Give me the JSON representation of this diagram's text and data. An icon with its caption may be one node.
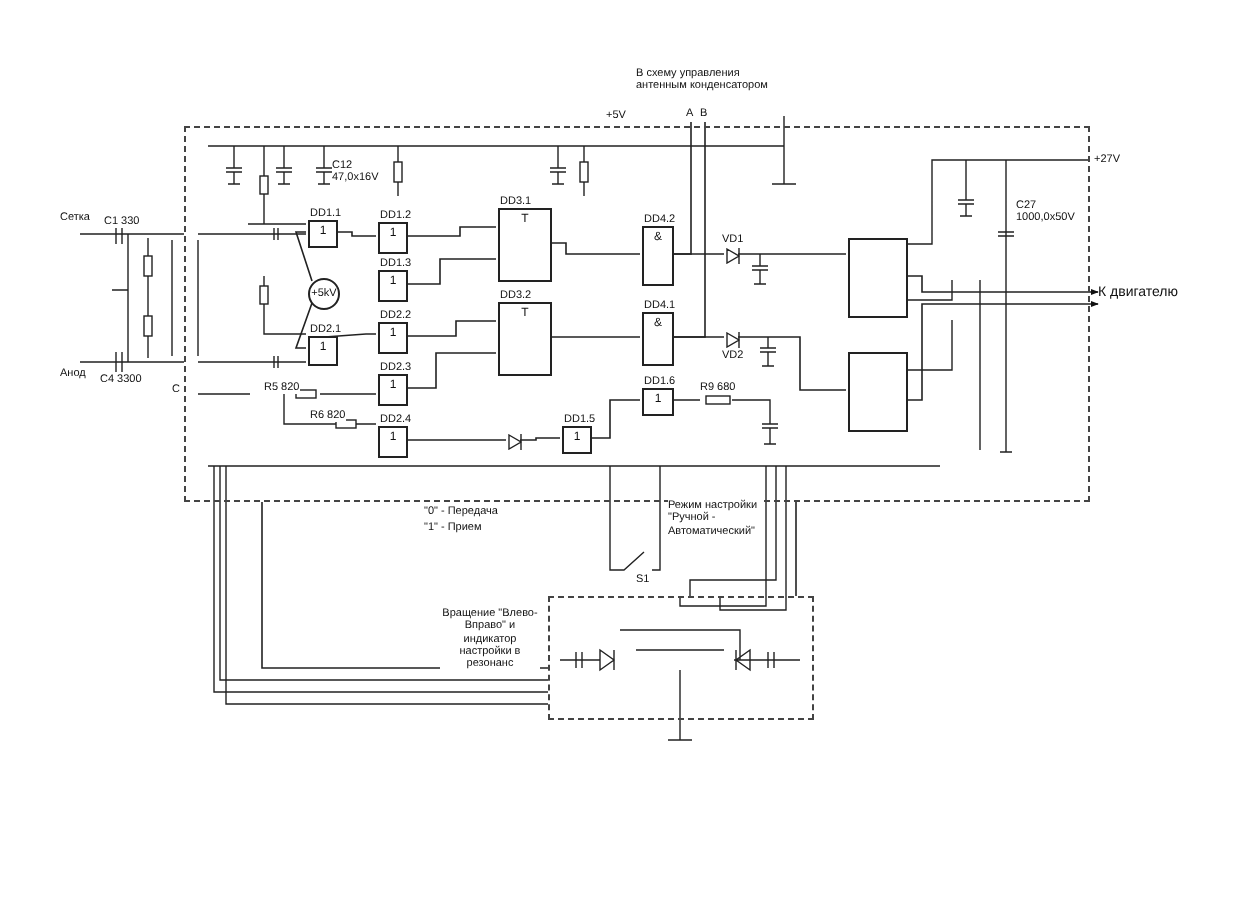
{
  "diagram": {
    "nodes": [
      {
        "text": [],
        "shape": "box"
      },
      {
        "text": [
          "+5kV"
        ],
        "in": 0
      },
      {
        "text": [
          "DD1.1",
          "1"
        ],
        "in": 0
      },
      {
        "text": [
          "DD1.2",
          "1"
        ],
        "in": 0
      },
      {
        "text": [
          "DD1.3",
          "1"
        ],
        "in": 0
      },
      {
        "text": [
          "DD2.1",
          "1"
        ],
        "in": 0
      },
      {
        "text": [
          "DD2.2",
          "1"
        ],
        "in": 0
      },
      {
        "text": [
          "DD2.3",
          "1"
        ],
        "in": 0
      },
      {
        "text": [
          "DD2.4",
          "1"
        ],
        "in": 0
      },
      {
        "text": [
          "DD3.1",
          "T"
        ],
        "in": 0
      },
      {
        "text": [
          "DD3.2",
          "T"
        ],
        "in": 0
      },
      {
        "text": [
          "DD1.5",
          "1"
        ],
        "in": 0
      },
      {
        "text": [
          "DD4.2",
          "&"
        ],
        "in": 0
      },
      {
        "text": [
          "DD4.1",
          "&"
        ],
        "in": 0
      },
      {
        "text": [
          "DD1.6",
          "1"
        ],
        "in": 0
      },
      {
        "text": [],
        "shape": "box",
        "in": 0
      },
      {
        "text": [],
        "shape": "box",
        "in": 0
      },
      {
        "text": [
          "К двигателю"
        ]
      },
      {
        "text": [],
        "shape": "box"
      },
      {
        "text": [
          "A"
        ]
      },
      {
        "text": [
          "B"
        ]
      },
      {
        "text": [],
        "shape": "diode",
        "in": 0
      },
      {
        "text": [],
        "shape": "diode",
        "in": 0,
        "beside": [
          "VD1"
        ]
      },
      {
        "text": [],
        "shape": "diode",
        "in": 0,
        "beside": [
          "VD2"
        ]
      }
    ],
    "edges": [
      {
        "from": 2,
        "to": 3,
        "arrow": "none"
      },
      {
        "from": 5,
        "to": 6,
        "arrow": "none"
      },
      {
        "from": 3,
        "to": 9,
        "arrow": "none"
      },
      {
        "from": 6,
        "to": 10,
        "arrow": "none"
      },
      {
        "from": 9,
        "to": 12,
        "arrow": "none"
      },
      {
        "from": 10,
        "to": 13,
        "arrow": "none"
      },
      {
        "from": 15,
        "to": 17,
        "arrow": "to"
      },
      {
        "from": 16,
        "to": 17,
        "arrow": "to"
      },
      {
        "from": 0,
        "to": 18,
        "arrow": "none"
      },
      {
        "from": 0,
        "to": 18,
        "arrow": "none"
      },
      {
        "from": 1,
        "to": 2,
        "arrow": "none"
      },
      {
        "from": 1,
        "to": 5,
        "arrow": "none"
      },
      {
        "from": 4,
        "to": 9,
        "arrow": "none"
      },
      {
        "from": 7,
        "to": 10,
        "arrow": "none"
      },
      {
        "from": 8,
        "to": 21,
        "arrow": "none"
      },
      {
        "from": 11,
        "to": 14,
        "arrow": "none"
      },
      {
        "from": 12,
        "to": 22,
        "arrow": "none"
      },
      {
        "from": 13,
        "to": 23,
        "arrow": "none"
      },
      {
        "from": 19,
        "to": 12,
        "arrow": "none"
      },
      {
        "from": 20,
        "to": 13,
        "arrow": "none"
      },
      {
        "from": 21,
        "to": 11,
        "arrow": "none"
      },
      {
        "from": 22,
        "to": 15,
        "arrow": "none"
      },
      {
        "from": 23,
        "to": 16,
        "arrow": "none"
      }
    ],
    "labels": [
      "В схему управления антенным конденсатором",
      "+5V",
      "+27V",
      "Сетка",
      "Анод",
      "C",
      "C1 330",
      "C4 3300",
      "R5 820",
      "R6 820",
      "R9 680",
      "C27 1000,0x50V",
      "C12 47,0x16V",
      "\"0\" - Передача",
      "\"1\" - Прием",
      "Режим настройки \"Ручной - Автоматический\"",
      "S1",
      "Вращение \"Влево-Вправо\" и индикатор настройки в резонанс"
    ]
  }
}
